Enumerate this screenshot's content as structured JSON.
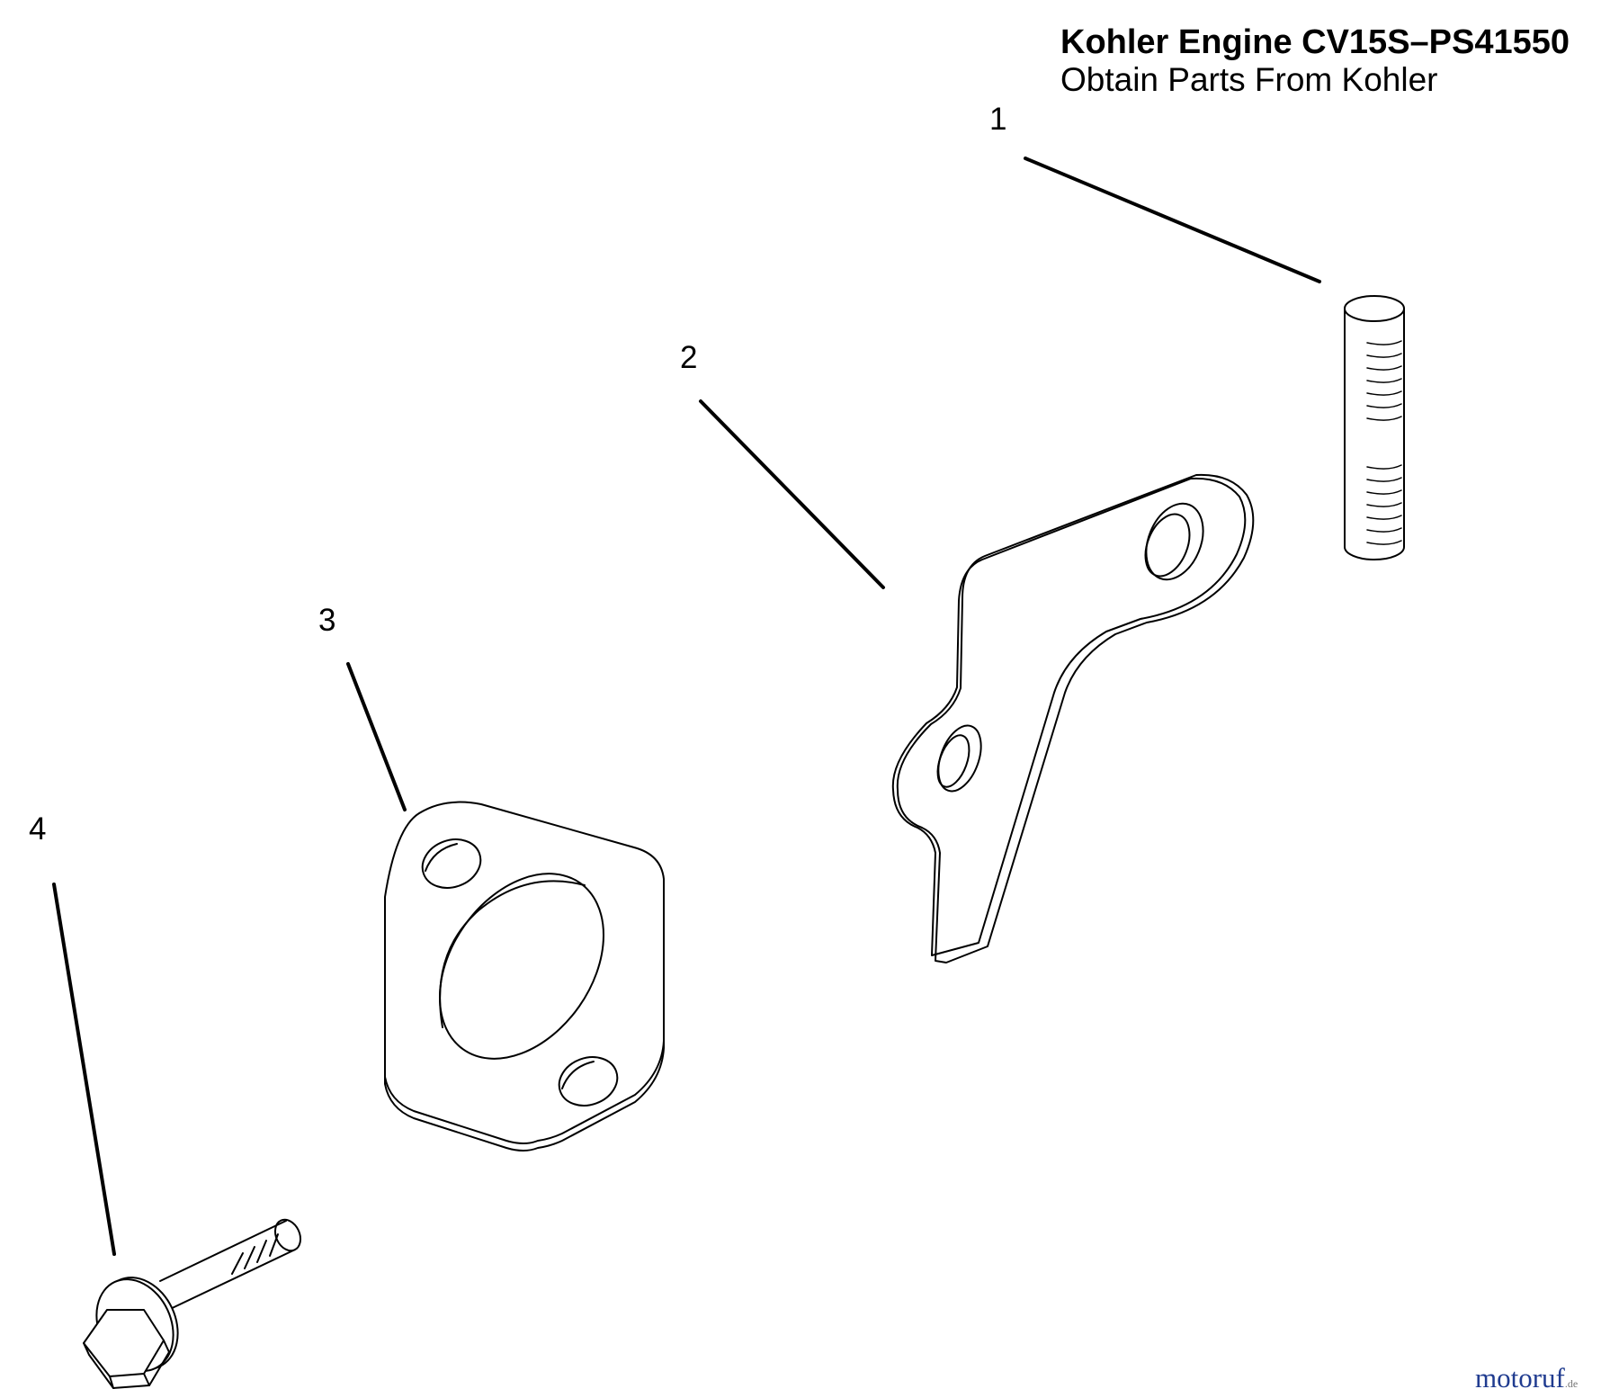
{
  "title": "Kohler Engine CV15S–PS41550",
  "subtitle": "Obtain Parts From Kohler",
  "callouts": [
    "1",
    "2",
    "3",
    "4"
  ],
  "parts": [
    {
      "id": "1",
      "icon": "threaded-stud-icon"
    },
    {
      "id": "2",
      "icon": "bracket-icon"
    },
    {
      "id": "3",
      "icon": "gasket-icon"
    },
    {
      "id": "4",
      "icon": "flange-bolt-icon"
    }
  ],
  "watermark": {
    "name": "motoruf",
    "tld": ".de"
  },
  "colors": {
    "line": "#000000",
    "watermark_blue": "#1f3b8f",
    "watermark_accent": "#c0392b"
  }
}
